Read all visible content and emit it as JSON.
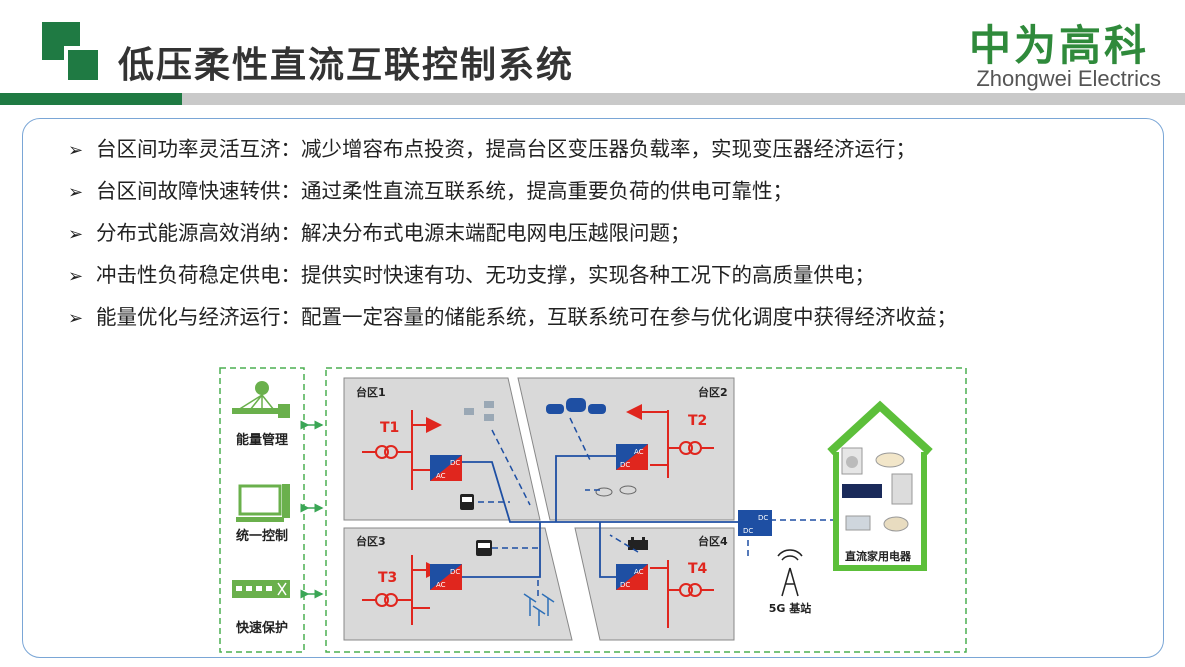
{
  "header": {
    "title": "低压柔性直流互联控制系统",
    "brand_cn": "中为高科",
    "brand_en": "Zhongwei Electrics"
  },
  "bullets": [
    {
      "head": "台区间功率灵活互济：",
      "text": "减少增容布点投资，提高台区变压器负载率，实现变压器经济运行；"
    },
    {
      "head": "台区间故障快速转供：",
      "text": "通过柔性直流互联系统，提高重要负荷的供电可靠性；"
    },
    {
      "head": "分布式能源高效消纳：",
      "text": "解决分布式电源末端配电网电压越限问题；"
    },
    {
      "head": "冲击性负荷稳定供电：",
      "text": "提供实时快速有功、无功支撑，实现各种工况下的高质量供电；"
    },
    {
      "head": "能量优化与经济运行：",
      "text": "配置一定容量的储能系统，互联系统可在参与优化调度中获得经济收益；"
    }
  ],
  "diagram": {
    "left_labels": [
      "能量管理",
      "统一控制",
      "快速保护"
    ],
    "zones": [
      "台区1",
      "台区2",
      "台区3",
      "台区4"
    ],
    "transformers": [
      "T1",
      "T2",
      "T3",
      "T4"
    ],
    "converter_dc": "DC",
    "converter_ac": "AC",
    "base_station": "5G 基站",
    "home_label": "直流家用电器"
  },
  "colors": {
    "green": "#1f7a43",
    "red": "#e0261e",
    "blue": "#1e4fa3",
    "dash_green": "#4caf50"
  }
}
